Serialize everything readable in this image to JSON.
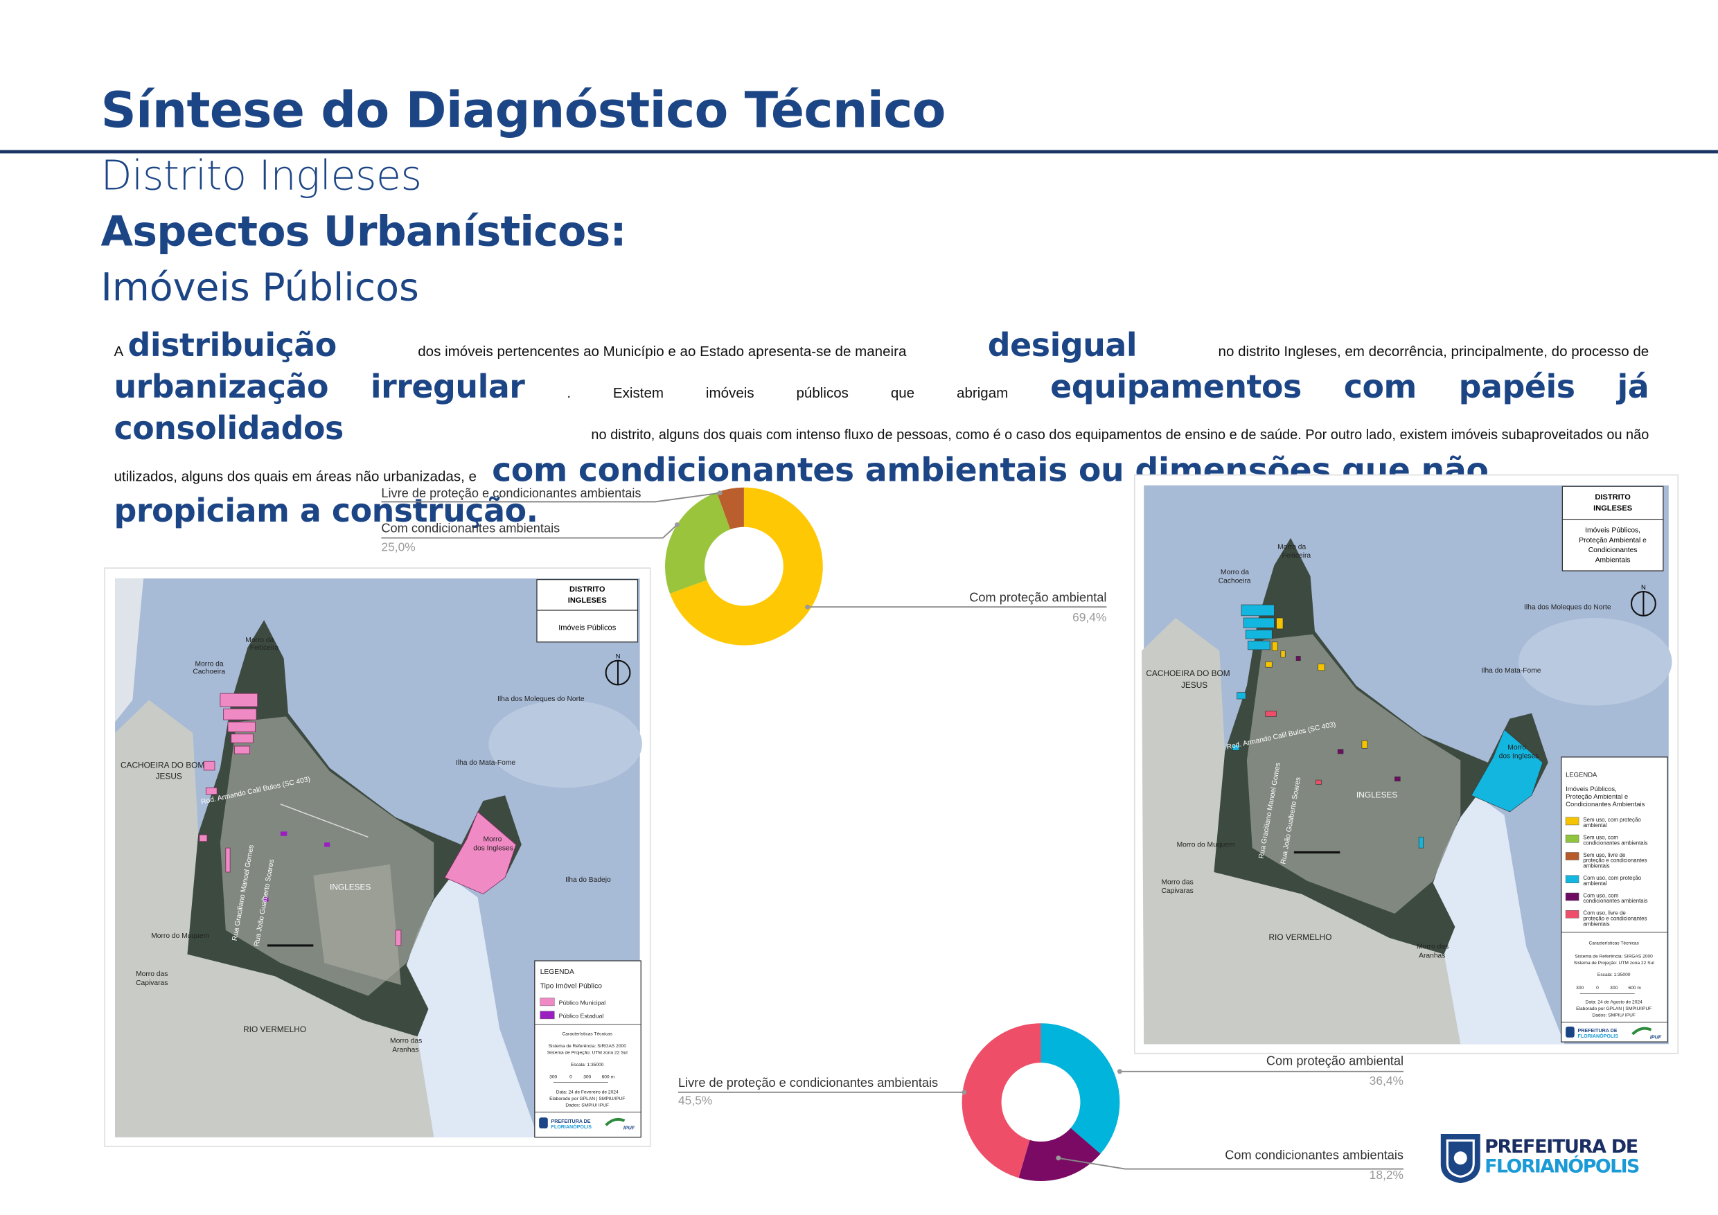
{
  "header": {
    "title": "Síntese do Diagnóstico Técnico",
    "district": "Distrito Ingleses",
    "section": "Aspectos Urbanísticos:",
    "subsection": "Imóveis Públicos"
  },
  "paragraph": {
    "l1": [
      "A",
      "distribuição",
      "dos imóveis pertencentes ao Município e ao Estado apresenta-se de maneira",
      "desigual",
      "no distrito Ingleses, em decorrência, principalmente, do processo de"
    ],
    "l2": [
      "urbanização",
      "irregular",
      ".",
      "Existem",
      "imóveis",
      "públicos",
      "que",
      "abrigam",
      "equipamentos",
      "com",
      "papéis",
      "já"
    ],
    "l3": [
      "consolidados",
      "no distrito, alguns dos quais com intenso fluxo de pessoas, como é o caso dos equipamentos de ensino e de saúde. Por outro lado, existem imóveis subaproveitados ou não"
    ],
    "l4": [
      "utilizados, alguns dos quais em áreas não urbanizadas, e",
      "com condicionantes ambientais ou dimensões que não"
    ],
    "l5": [
      "propiciam a construção."
    ]
  },
  "map_left": {
    "title": [
      "DISTRITO",
      "INGLESES"
    ],
    "subtitle": "Imóveis Públicos",
    "north": "N",
    "labels": {
      "feiticeira": [
        "Morro da",
        "Feiticeira"
      ],
      "cachoeira_morro": [
        "Morro da",
        "Cachoeira"
      ],
      "moleques": "Ilha dos Moleques do Norte",
      "matafome": "Ilha do Mata-Fome",
      "cachoeira": [
        "CACHOEIRA DO BOM",
        "JESUS"
      ],
      "morro_ingleses": [
        "Morro",
        "dos Ingleses"
      ],
      "ingleses": "INGLESES",
      "badejo": "Ilha do Badejo",
      "muquem": "Morro do Muquem",
      "capivaras": [
        "Morro das",
        "Capivaras"
      ],
      "rio_vermelho": "RIO VERMELHO",
      "aranhas": [
        "Morro das",
        "Aranhas"
      ],
      "road_sc403": "Rod. Armando Calil Bulos (SC 403)",
      "road_graciliano": "Rua Graciliano Manoel Gomes",
      "road_gualberto": "Rua João Gualberto Soares"
    },
    "legend": {
      "heading": "LEGENDA",
      "title": "Tipo Imóvel Público",
      "items": [
        {
          "label": "Público Municipal",
          "color": "#f08ac4"
        },
        {
          "label": "Público Estadual",
          "color": "#9b1fc0"
        }
      ],
      "tech_title": "Características Técnicas",
      "ref": "Sistema de Referência: SIRGAS 2000",
      "proj": "Sistema de Projeção: UTM zona 22 Sul",
      "scale": "Escala: 1:35000",
      "scale_ticks": [
        "300",
        "0",
        "300",
        "600 m"
      ],
      "date": "Data: 24 de Fevereiro de 2024",
      "author": "Elaborado por GPLAN | SMPIU/IPUF",
      "source": "Dados: SMPIU/ IPUF",
      "logo1": "PREFEITURA DE",
      "logo2": "FLORIANÓPOLIS",
      "logo3": "IPUF"
    }
  },
  "map_right": {
    "title": [
      "DISTRITO",
      "INGLESES"
    ],
    "subtitle": [
      "Imóveis Públicos,",
      "Proteção Ambiental e",
      "Condicionantes",
      "Ambientais"
    ],
    "north": "N",
    "labels": {
      "feiticeira": [
        "Morro da",
        "Feiticeira"
      ],
      "cachoeira_morro": [
        "Morro da",
        "Cachoeira"
      ],
      "moleques": "Ilha dos Moleques do Norte",
      "matafome": "Ilha do Mata-Fome",
      "cachoeira": [
        "CACHOEIRA DO BOM",
        "JESUS"
      ],
      "morro_ingleses": [
        "Morro",
        "dos Ingleses"
      ],
      "ingleses": "INGLESES",
      "muquem": "Morro do Muquem",
      "capivaras": [
        "Morro das",
        "Capivaras"
      ],
      "rio_vermelho": "RIO VERMELHO",
      "aranhas": [
        "Morro das",
        "Aranhas"
      ],
      "road_sc403": "Rod. Armando Calil Bulos (SC 403)",
      "road_graciliano": "Rua Graciliano Manoel Gomes",
      "road_gualberto": "Rua João Gualberto Soares"
    },
    "legend": {
      "heading": "LEGENDA",
      "title": [
        "Imóveis Públicos,",
        "Proteção Ambiental e",
        "Condicionantes Ambientais"
      ],
      "items": [
        {
          "label": [
            "Sem uso, com proteção",
            "ambiental"
          ],
          "color": "#f5c400"
        },
        {
          "label": [
            "Sem uso, com",
            "condicionantes ambientais"
          ],
          "color": "#8fc43c"
        },
        {
          "label": [
            "Sem uso, livre de",
            "proteção e condicionantes",
            "ambientais"
          ],
          "color": "#b65a2a"
        },
        {
          "label": [
            "Com uso, com proteção",
            "ambiental"
          ],
          "color": "#13b6de"
        },
        {
          "label": [
            "Com uso, com",
            "condicionantes ambientais"
          ],
          "color": "#6e0c62"
        },
        {
          "label": [
            "Com uso, livre de",
            "proteção e condicionantes",
            "ambientais"
          ],
          "color": "#ee4e69"
        }
      ],
      "tech_title": "Características Técnicas",
      "ref": "Sistema de Referência: SIRGAS 2000",
      "proj": "Sistema de Projeção: UTM zona 22 Sul",
      "scale": "Escala: 1:35000",
      "scale_ticks": [
        "300",
        "0",
        "300",
        "600 m"
      ],
      "date": "Data: 24 de Agosto de 2024",
      "author": "Elaborado por GPLAN | SMPIU/IPUF",
      "source": "Dados: SMPIU/ IPUF",
      "logo1": "PREFEITURA DE",
      "logo2": "FLORIANÓPOLIS",
      "logo3": "IPUF"
    }
  },
  "chart_data": [
    {
      "type": "pie",
      "donut": true,
      "categories": [
        "Com proteção ambiental",
        "Com condicionantes ambientais",
        "Livre de proteção e condicionantes ambientais"
      ],
      "values": [
        69.4,
        25.0,
        5.6
      ],
      "value_labels": [
        "69,4%",
        "25,0%",
        ""
      ],
      "colors": [
        "#fec804",
        "#99c43c",
        "#b95e2c"
      ]
    },
    {
      "type": "pie",
      "donut": true,
      "categories": [
        "Com proteção ambiental",
        "Com condicionantes ambientais",
        "Livre de proteção e  condicionantes ambientais"
      ],
      "values": [
        36.4,
        18.2,
        45.5
      ],
      "value_labels": [
        "36,4%",
        "18,2%",
        "45,5%"
      ],
      "colors": [
        "#00b4dc",
        "#7a0a64",
        "#ee4e67"
      ]
    }
  ],
  "footer_logo": {
    "line1": "PREFEITURA DE",
    "line2": "FLORIANÓPOLIS"
  },
  "colors": {
    "brand": "#1c4585",
    "rule": "#1a3466"
  }
}
